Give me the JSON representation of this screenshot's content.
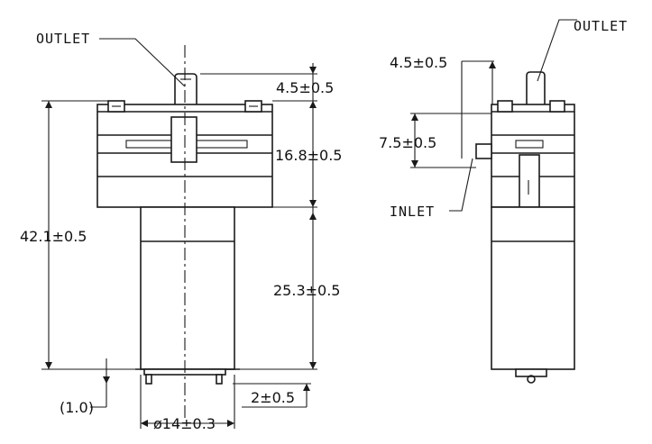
{
  "front_view": {
    "outlet_label": "OUTLET",
    "dims": {
      "outlet_height": "4.5±0.5",
      "head_height": "16.8±0.5",
      "total_height": "42.1±0.5",
      "motor_height": "25.3±0.5",
      "motor_diameter": "ø14±0.3",
      "terminal_height": "2±0.5",
      "bottom_offset": "(1.0)"
    }
  },
  "side_view": {
    "outlet_label": "OUTLET",
    "inlet_label": "INLET",
    "dims": {
      "outlet_height": "4.5±0.5",
      "inlet_height": "7.5±0.5"
    }
  }
}
